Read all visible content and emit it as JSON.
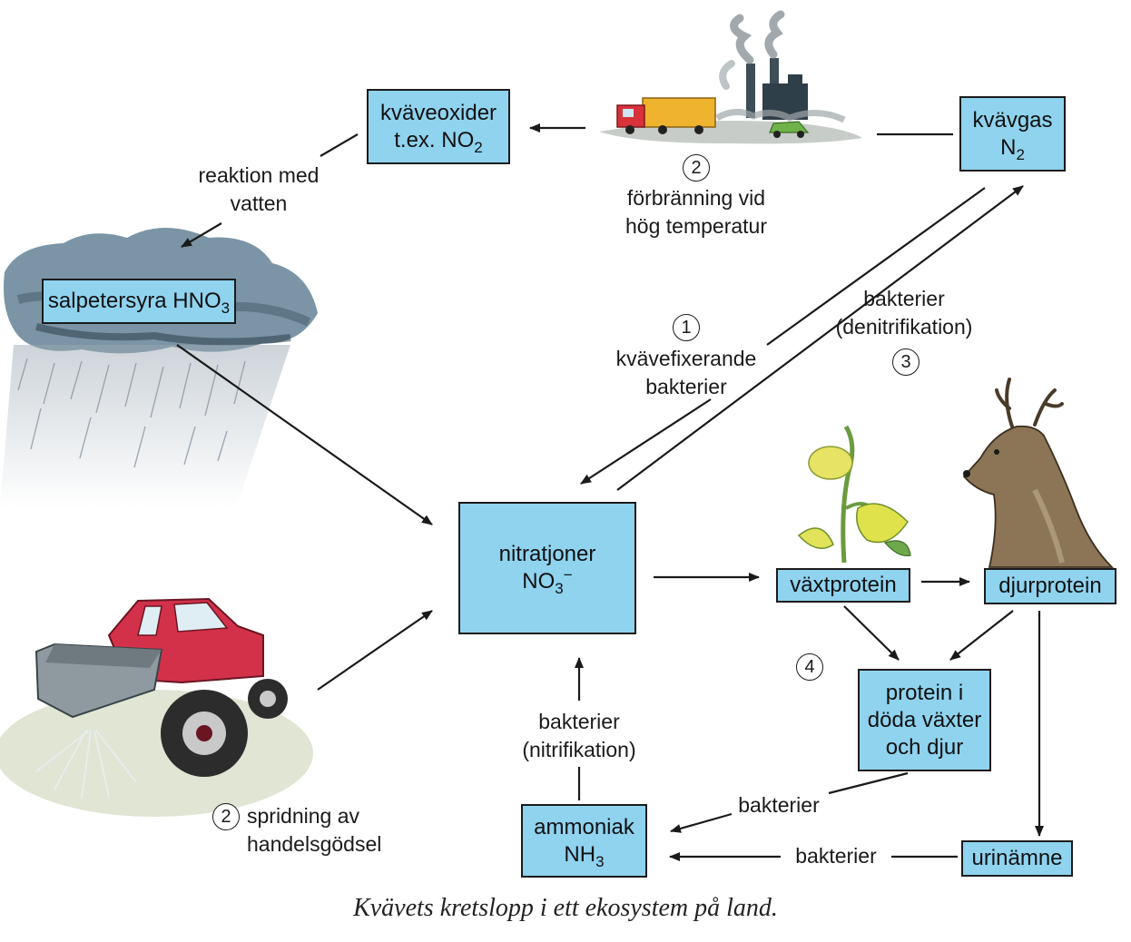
{
  "boxes": {
    "kvaveoxider": {
      "line1": "kväveoxider",
      "line2_prefix": "t.ex. NO",
      "line2_sub": "2"
    },
    "kvavgas": {
      "line1": "kvävgas",
      "line2_prefix": "N",
      "line2_sub": "2"
    },
    "salpetersyra": {
      "prefix": "salpetersyra HNO",
      "sub": "3"
    },
    "nitratjoner": {
      "line1": "nitratjoner",
      "line2_prefix": "NO",
      "line2_sub": "3",
      "line2_sup": "−"
    },
    "vaxtprotein": {
      "label": "växtprotein"
    },
    "djurprotein": {
      "label": "djurprotein"
    },
    "protein_doda": {
      "line1": "protein i",
      "line2": "döda växter",
      "line3": "och djur"
    },
    "ammoniak": {
      "line1": "ammoniak",
      "line2_prefix": "NH",
      "line2_sub": "3"
    },
    "urinamne": {
      "label": "urinämne"
    }
  },
  "labels": {
    "reaktion": {
      "line1": "reaktion med",
      "line2": "vatten"
    },
    "forbranning": {
      "number": "2",
      "line1": "förbränning vid",
      "line2": "hög temperatur"
    },
    "kvavefix": {
      "number": "1",
      "line1": "kvävefixerande",
      "line2": "bakterier"
    },
    "denitrifikation": {
      "number": "3",
      "line1": "bakterier",
      "line2": "(denitrifikation)"
    },
    "nitrifikation": {
      "line1": "bakterier",
      "line2": "(nitrifikation)"
    },
    "spridning": {
      "number": "2",
      "line1": "spridning av",
      "line2": "handelsgödsel"
    },
    "nedbrytning": {
      "number": "4"
    },
    "bakterier_upper": "bakterier",
    "bakterier_lower": "bakterier"
  },
  "caption": "Kvävets kretslopp i ett ekosystem på land.",
  "colors": {
    "box_fill": "#8fd3ef",
    "box_border": "#1b1b1b",
    "arrow": "#1a1a1a"
  }
}
